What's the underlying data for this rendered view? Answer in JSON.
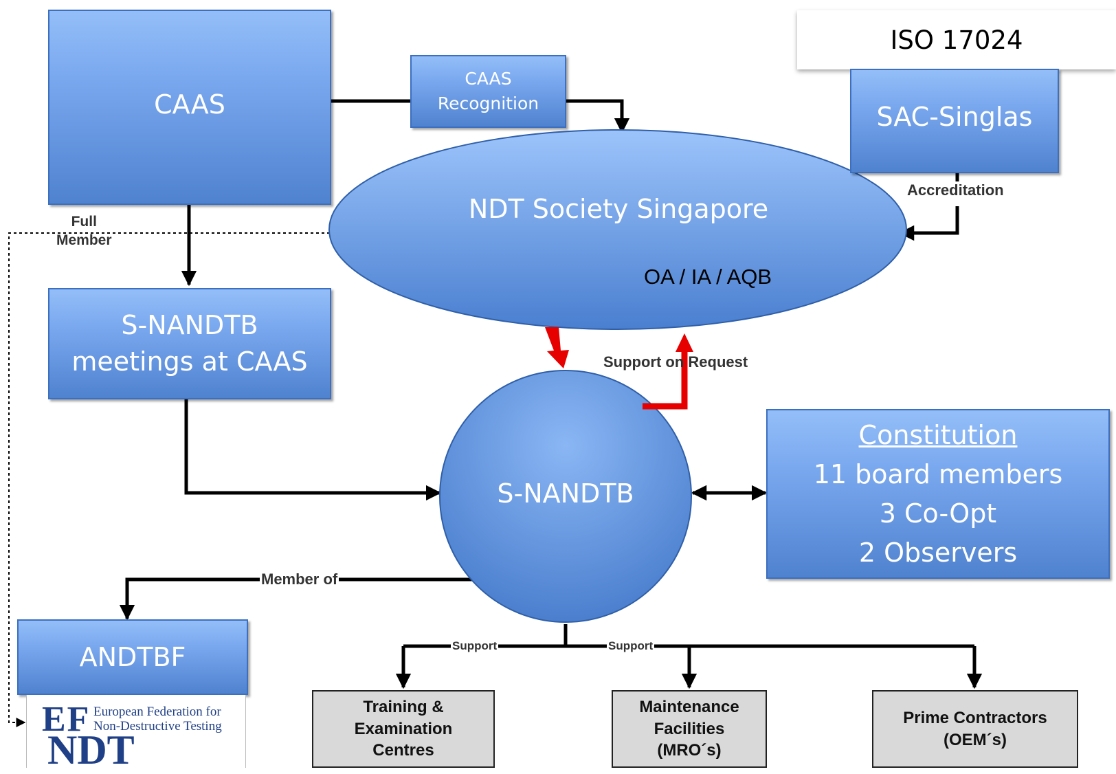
{
  "iso_box": {
    "label": "ISO 17024"
  },
  "caas": {
    "label": "CAAS"
  },
  "caas_recognition": {
    "line1": "CAAS",
    "line2": "Recognition"
  },
  "sac_singlas": {
    "label": "SAC-Singlas"
  },
  "accreditation_label": "Accreditation",
  "ndt_society": {
    "label": "NDT Society Singapore",
    "sub": "OA / IA / AQB"
  },
  "full_member_label": {
    "line1": "Full",
    "line2": "Member"
  },
  "snandtb_meetings": {
    "line1": "S-NANDTB",
    "line2": "meetings at CAAS"
  },
  "support_on_request_label": "Support on Request",
  "snandtb": {
    "label": "S-NANDTB"
  },
  "constitution": {
    "title": "Constitution",
    "lines": [
      "11 board members",
      "3 Co-Opt",
      "2 Observers"
    ]
  },
  "member_of_label": "Member of",
  "andtbf": {
    "label": "ANDTBF"
  },
  "efndt_logo": {
    "letters": "EF",
    "ndt": "NDT",
    "line1": "European Federation for",
    "line2": "Non-Destructive Testing"
  },
  "support_label": "Support",
  "outputs": [
    {
      "lines": [
        "Training &",
        "Examination",
        "Centres"
      ]
    },
    {
      "lines": [
        "Maintenance",
        "Facilities",
        "(MRO´s)"
      ]
    },
    {
      "lines": [
        "Prime Contractors",
        "(OEM´s)"
      ]
    }
  ],
  "colors": {
    "box_top": "#93bef8",
    "box_bottom": "#4f82cf",
    "arrow": "#000000",
    "red_arrow": "#e60000",
    "grey_box": "#d9d9d9"
  }
}
